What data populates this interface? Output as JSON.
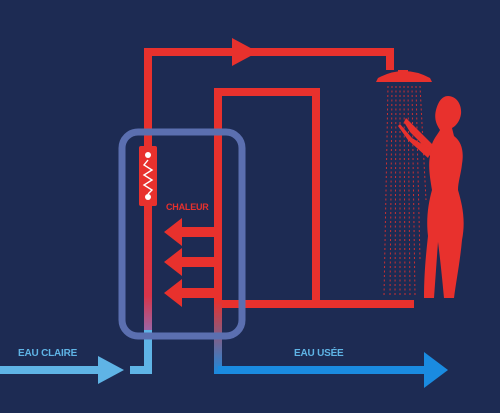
{
  "labels": {
    "cold_in": "EAU CLAIRE",
    "used_out": "EAU USÉE",
    "heat": "CHALEUR"
  },
  "colors": {
    "background": "#1d2b53",
    "hot": "#e8312d",
    "cold_light": "#5fb4e6",
    "cold_blue": "#1a8be0",
    "tank": "#5b6fb0"
  },
  "icons": {
    "heater": "heating-element-icon",
    "shower": "shower-head-icon",
    "person": "showering-woman-silhouette"
  }
}
